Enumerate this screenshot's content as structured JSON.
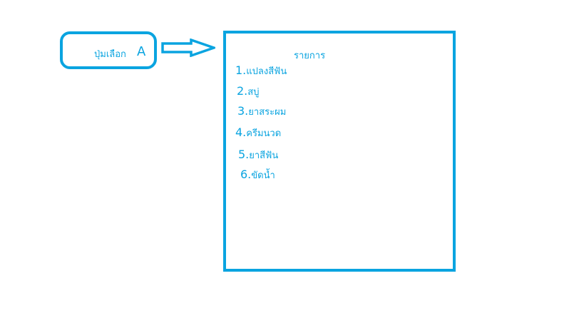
{
  "button": {
    "label": "ปุ่มเลือก",
    "letter": "A"
  },
  "list": {
    "title": "รายการ",
    "items": [
      {
        "num": "1.",
        "text": "แปลงสีฟัน"
      },
      {
        "num": "2.",
        "text": "สบู่"
      },
      {
        "num": "3.",
        "text": "ยาสระผม"
      },
      {
        "num": "4.",
        "text": "ครีมนวด"
      },
      {
        "num": "5.",
        "text": "ยาสีฟัน"
      },
      {
        "num": "6.",
        "text": "ขัดน้ำ"
      }
    ]
  },
  "colors": {
    "accent": "#0aa4e0",
    "background": "#ffffff"
  },
  "icons": {
    "arrow": "arrow-right-icon"
  }
}
